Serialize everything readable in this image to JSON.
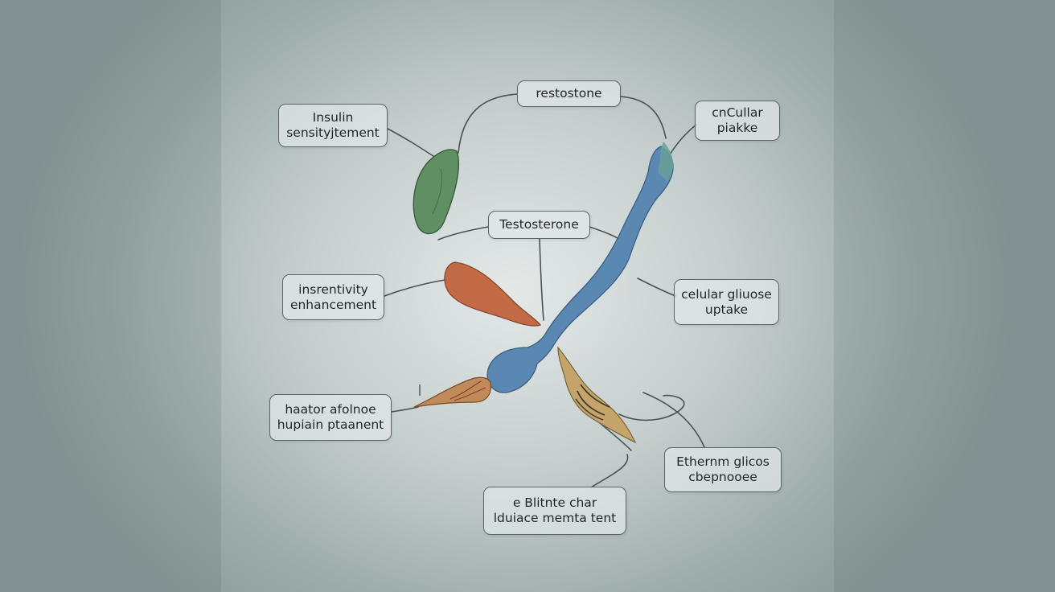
{
  "nodes": {
    "top_center": {
      "line1": "restostone"
    },
    "center": {
      "line1": "Testosterone"
    },
    "top_left": {
      "line1": "Insulin",
      "line2": "sensityjtement"
    },
    "top_right": {
      "line1": "cnCullar",
      "line2": "piakke"
    },
    "mid_left": {
      "line1": "insrentivity",
      "line2": "enhancement"
    },
    "mid_right": {
      "line1": "celular gliuose",
      "line2": "uptake"
    },
    "lower_left": {
      "line1": "haator afolnoe",
      "line2": "hupiain ptaanent"
    },
    "lower_right": {
      "line1": "Ethernm glicos",
      "line2": "cbepnooee"
    },
    "bottom_center": {
      "line1": "e Blitnte char",
      "line2": "lduiace memta tent"
    }
  },
  "colors": {
    "green_organ": "#5f8f62",
    "orange_organ": "#c16a45",
    "blue_vessel": "#5b87b3",
    "tan_muscle": "#c4a46a",
    "line": "#4a5253"
  }
}
